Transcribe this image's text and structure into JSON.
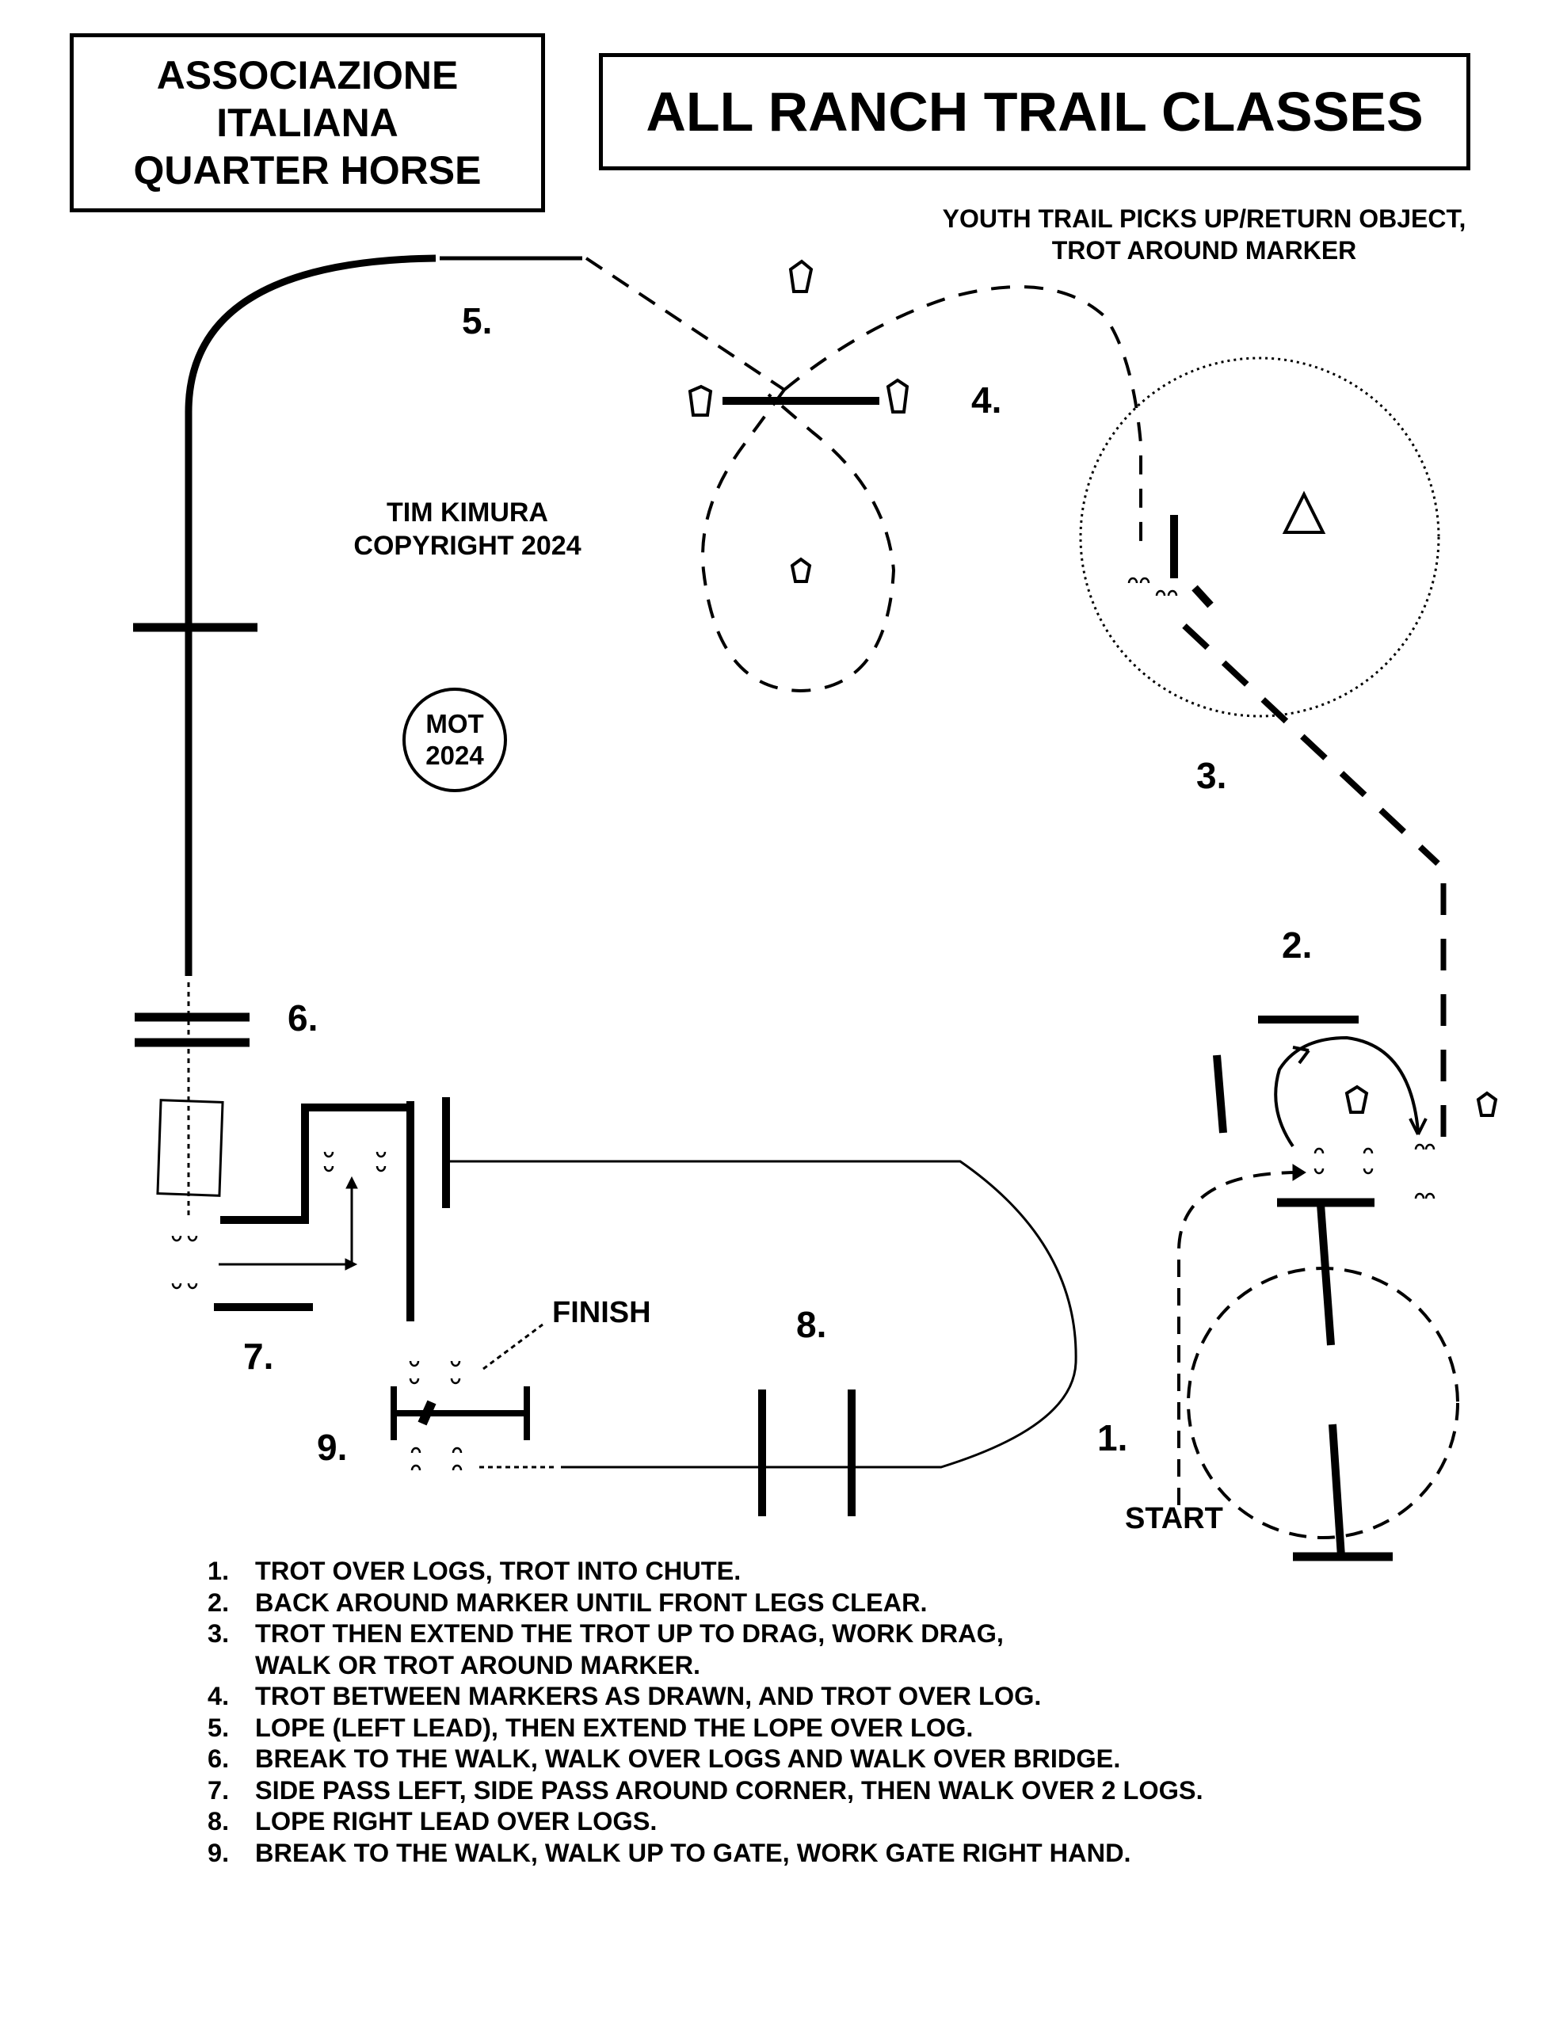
{
  "header": {
    "association": [
      "ASSOCIAZIONE",
      "ITALIANA",
      "QUARTER HORSE"
    ],
    "title": "ALL RANCH TRAIL CLASSES"
  },
  "note": [
    "YOUTH TRAIL PICKS UP/RETURN OBJECT,",
    "TROT AROUND MARKER"
  ],
  "credit": [
    "TIM KIMURA",
    "COPYRIGHT 2024"
  ],
  "seal": [
    "MOT",
    "2024"
  ],
  "labels": {
    "n1": "1.",
    "n2": "2.",
    "n3": "3.",
    "n4": "4.",
    "n5": "5.",
    "n6": "6.",
    "n7": "7.",
    "n8": "8.",
    "n9": "9.",
    "start": "START",
    "finish": "FINISH"
  },
  "instructions": [
    {
      "num": "1.",
      "lines": [
        "TROT OVER LOGS, TROT INTO CHUTE."
      ]
    },
    {
      "num": "2.",
      "lines": [
        "BACK AROUND MARKER UNTIL FRONT LEGS CLEAR."
      ]
    },
    {
      "num": "3.",
      "lines": [
        "TROT THEN EXTEND THE TROT UP TO DRAG, WORK DRAG,",
        "WALK OR TROT AROUND MARKER."
      ]
    },
    {
      "num": "4.",
      "lines": [
        "TROT BETWEEN MARKERS AS DRAWN, AND TROT OVER LOG."
      ]
    },
    {
      "num": "5.",
      "lines": [
        "LOPE (LEFT LEAD), THEN EXTEND THE LOPE OVER LOG."
      ]
    },
    {
      "num": "6.",
      "lines": [
        "BREAK TO THE WALK, WALK OVER LOGS AND WALK OVER BRIDGE."
      ]
    },
    {
      "num": "7.",
      "lines": [
        "SIDE PASS LEFT, SIDE PASS AROUND CORNER, THEN WALK OVER 2 LOGS."
      ]
    },
    {
      "num": "8.",
      "lines": [
        "LOPE RIGHT LEAD OVER LOGS."
      ]
    },
    {
      "num": "9.",
      "lines": [
        "BREAK TO THE WALK, WALK UP TO GATE, WORK GATE RIGHT HAND."
      ]
    }
  ]
}
